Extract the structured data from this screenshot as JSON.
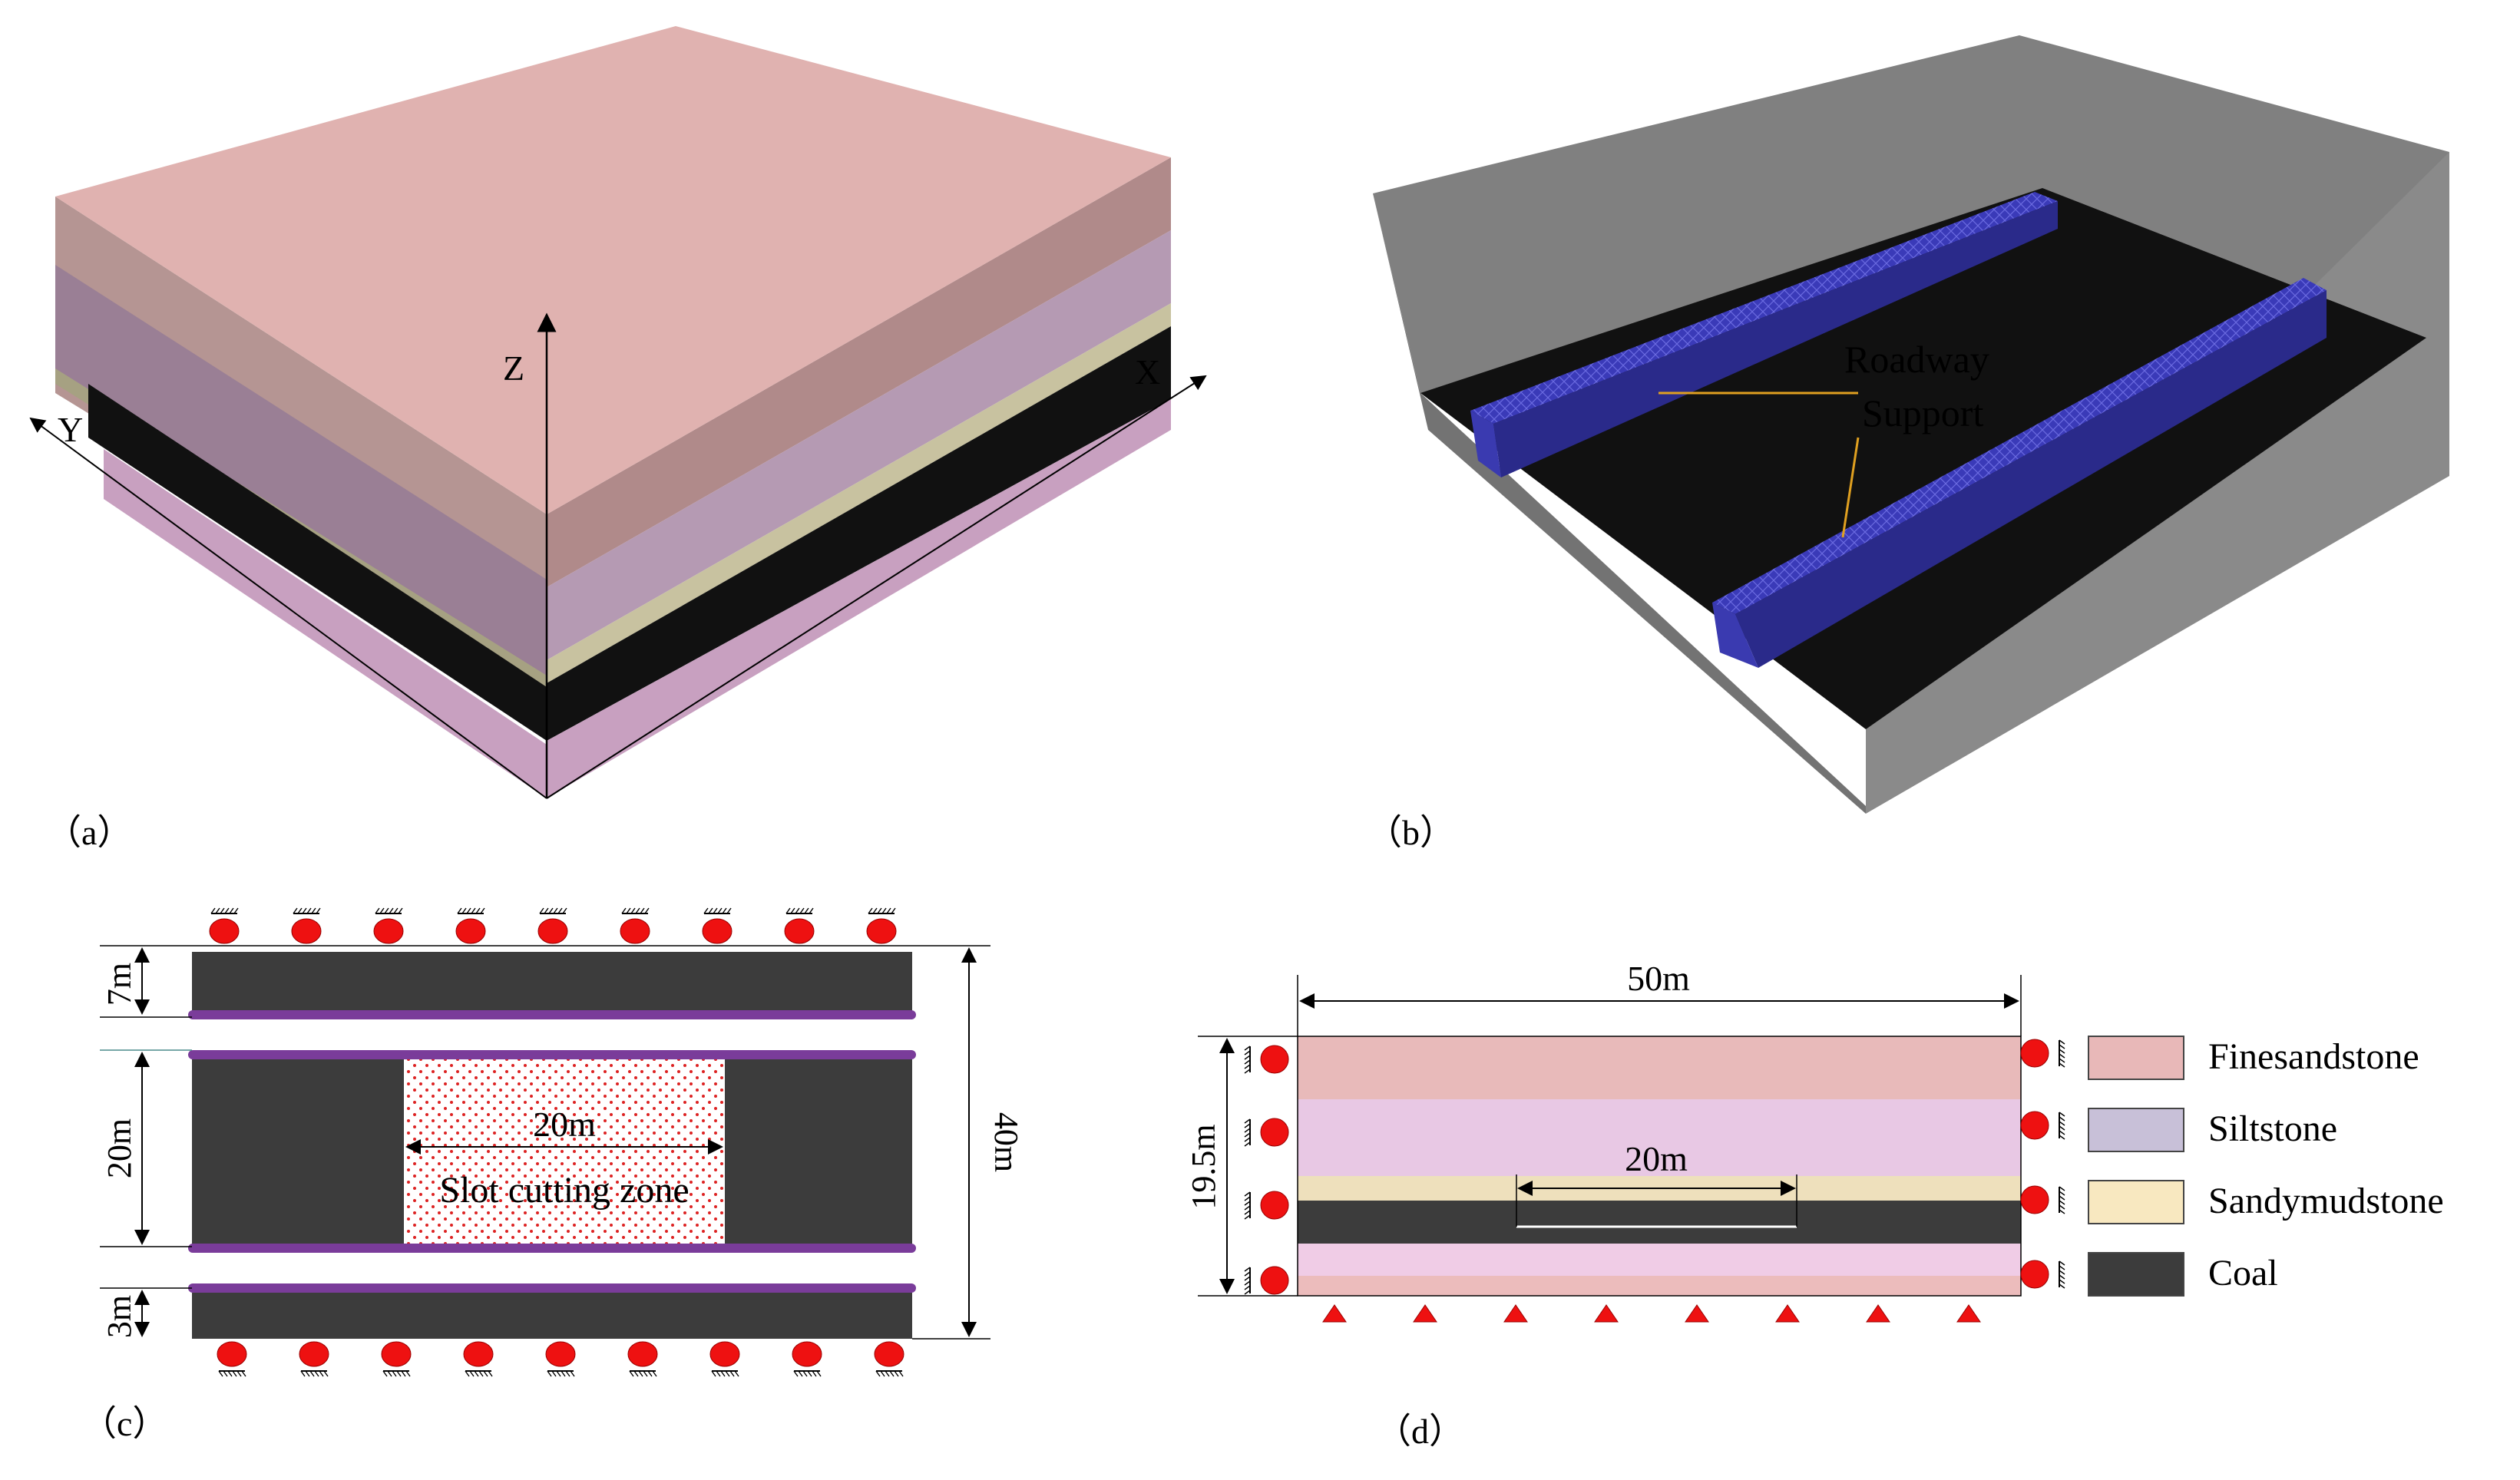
{
  "panels": {
    "a": {
      "label": "（a）",
      "axes": {
        "x": "X",
        "y": "Y",
        "z": "Z"
      }
    },
    "b": {
      "label": "（b）",
      "annotation": {
        "line1": "Roadway",
        "line2": "Support"
      }
    },
    "c": {
      "label": "（c）",
      "dims": {
        "top": "7m",
        "middle": "20m",
        "bottom": "3m",
        "total": "40m",
        "slot_width": "20m"
      },
      "slot_label": "Slot cutting zone"
    },
    "d": {
      "label": "（d）",
      "dims": {
        "width": "50m",
        "height": "19.5m",
        "excavation": "20m"
      }
    }
  },
  "legend": [
    {
      "label": "Finesandstone",
      "color": "#e8b8b8"
    },
    {
      "label": "Siltstone",
      "color": "#c8c0d8"
    },
    {
      "label": "Sandymudstone",
      "color": "#f8e8c0"
    },
    {
      "label": "Coal",
      "color": "#3c3c3c"
    }
  ],
  "colors": {
    "coal": "#3c3c3c",
    "fine_top": "#e0b2b0",
    "silt": "#b89cb4",
    "mud": "#c8c2a0",
    "support_blue": "#3a3ab0",
    "model_grey": "#808080",
    "purple_line": "#7a3c9a",
    "red_roller": "#ee1111",
    "leader": "#e0a020"
  }
}
